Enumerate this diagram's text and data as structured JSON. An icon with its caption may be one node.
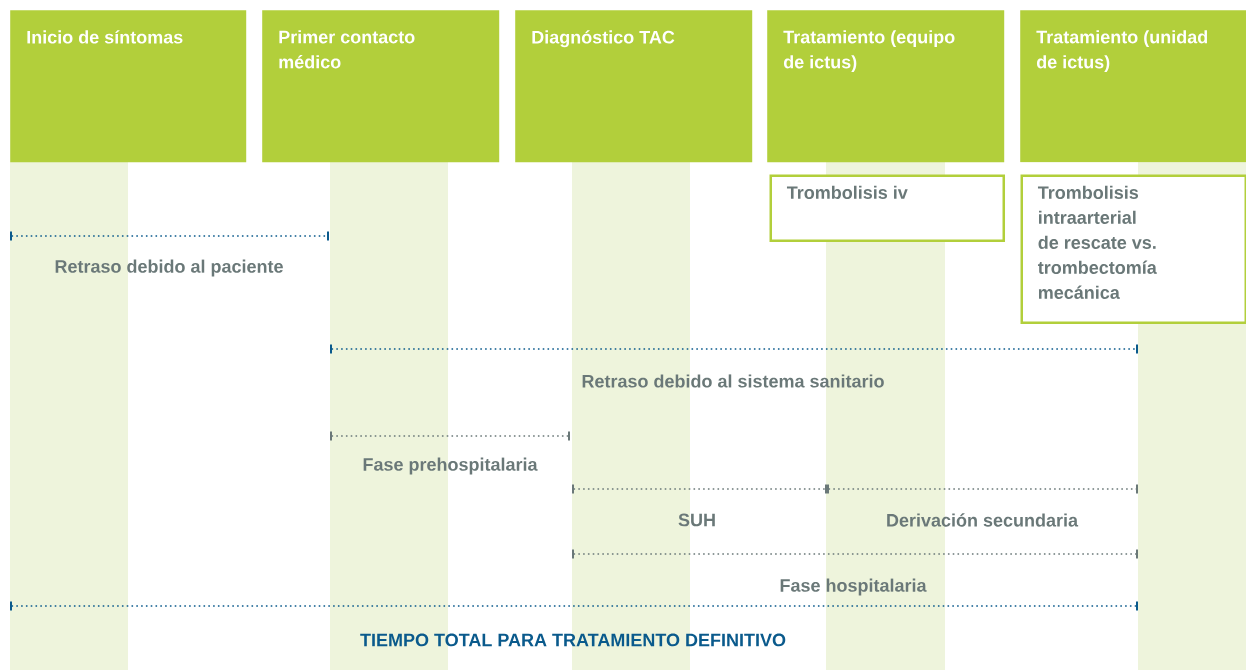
{
  "diagram": {
    "nodes": [
      {
        "text": [
          "Inicio de síntomas"
        ]
      },
      {
        "text": [
          "Primer contacto médico"
        ]
      },
      {
        "text": [
          "Diagnóstico TAC"
        ]
      },
      {
        "text": [
          "Tratamiento (equipo de ictus)"
        ]
      },
      {
        "text": [
          "Tratamiento (unidad de ictus)"
        ]
      },
      {
        "text": [
          "Trombolisis iv"
        ]
      },
      {
        "text": [
          "Trombolisis intraarterial de rescate vs. trombectomía mecánica"
        ]
      }
    ],
    "labels": [
      "Retraso debido al paciente",
      "Retraso debido al sistema sanitario",
      "Fase prehospitalaria",
      "SUH",
      "Derivación secundaria",
      "Fase hospitalaria",
      "TIEMPO TOTAL PARA TRATAMIENTO DEFINITIVO"
    ]
  }
}
